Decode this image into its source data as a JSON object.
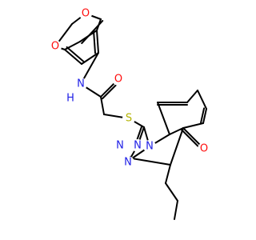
{
  "colors": {
    "bond": "#000000",
    "N": "#1e1ee6",
    "O": "#ff0d0d",
    "S": "#b3b300",
    "H": "#1e1ee6"
  },
  "molecule": {
    "atom_labels": [
      {
        "id": "o1",
        "text": "O",
        "element": "O"
      },
      {
        "id": "o2",
        "text": "O",
        "element": "O"
      },
      {
        "id": "nh",
        "text": "N",
        "element": "N"
      },
      {
        "id": "h",
        "text": "H",
        "element": "H"
      },
      {
        "id": "o3",
        "text": "O",
        "element": "O"
      },
      {
        "id": "s",
        "text": "S",
        "element": "S"
      },
      {
        "id": "n1",
        "text": "N",
        "element": "N"
      },
      {
        "id": "n2",
        "text": "N",
        "element": "N"
      },
      {
        "id": "n3",
        "text": "N",
        "element": "N"
      },
      {
        "id": "n4",
        "text": "N",
        "element": "N"
      },
      {
        "id": "o4",
        "text": "O",
        "element": "O"
      }
    ]
  }
}
